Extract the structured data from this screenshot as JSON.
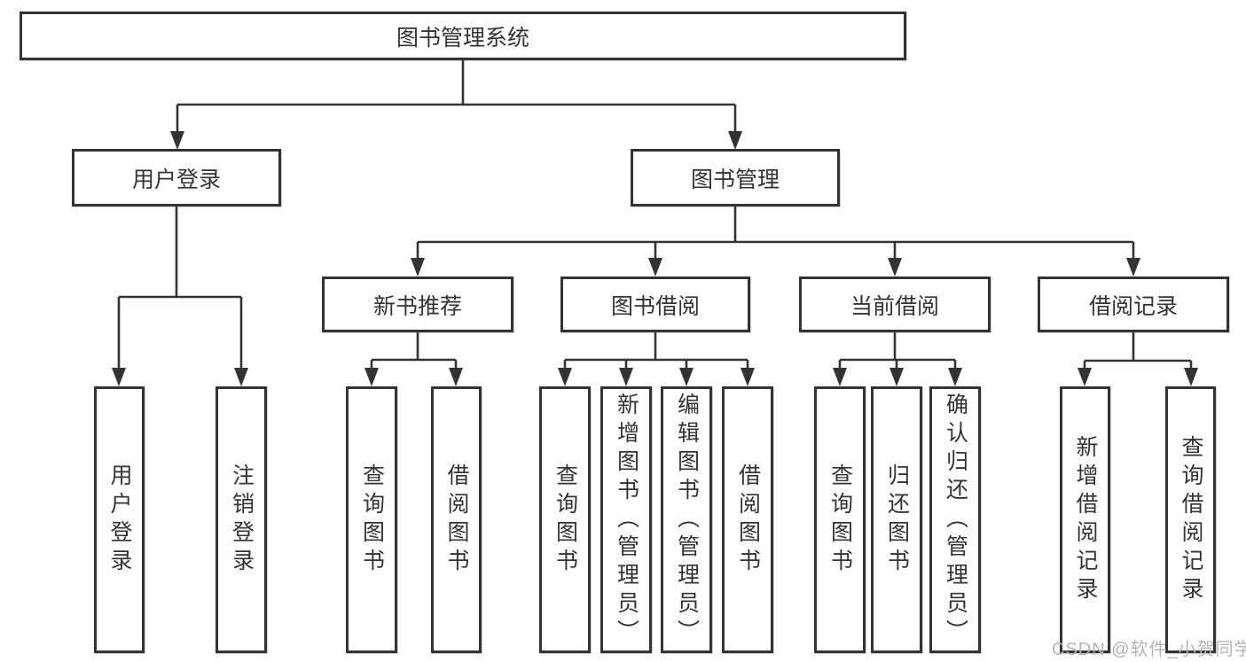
{
  "nodes": {
    "root": "图书管理系统",
    "level2": {
      "login": "用户登录",
      "management": "图书管理"
    },
    "level3": {
      "newbook": "新书推荐",
      "borrow": "图书借阅",
      "current": "当前借阅",
      "records": "借阅记录"
    },
    "leaves": {
      "login": [
        "用户登录",
        "注销登录"
      ],
      "newbook": [
        "查询图书",
        "借阅图书"
      ],
      "borrow": [
        "查询图书",
        "新增图书（管理员）",
        "编辑图书（管理员）",
        "借阅图书"
      ],
      "current": [
        "查询图书",
        "归还图书",
        "确认归还（管理员）"
      ],
      "records": [
        "新增借阅记录",
        "查询借阅记录"
      ]
    }
  },
  "watermark": "CSDN @软件_小贺同学",
  "colors": {
    "line": "#333333",
    "box_border": "#333333",
    "box_fill": "#ffffff",
    "text": "#333333",
    "watermark": "#b5b5b5",
    "background": "#ffffff"
  }
}
